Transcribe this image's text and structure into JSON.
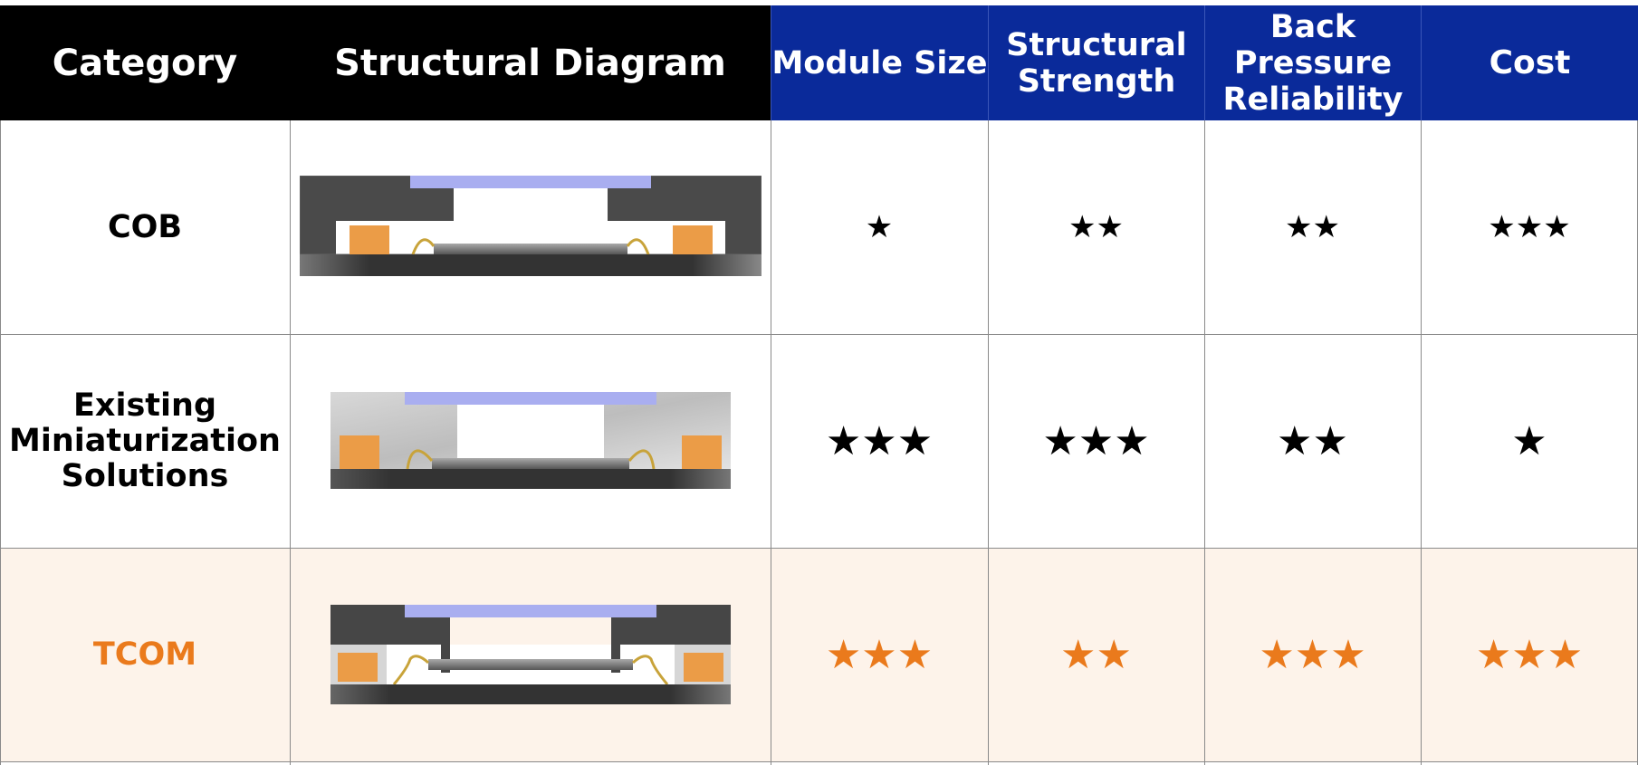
{
  "headers": {
    "category": "Category",
    "diagram": "Structural Diagram",
    "module_size": "Module Size",
    "structural_strength_1": "Structural",
    "structural_strength_2": "Strength",
    "back_pressure_1": "Back",
    "back_pressure_2": "Pressure",
    "back_pressure_3": "Reliability",
    "cost": "Cost"
  },
  "colors": {
    "header_black": "#000000",
    "header_blue": "#0a2a9a",
    "highlight_row": "#fdf3ea",
    "accent_orange": "#ea7a1c",
    "glass": "#a9aef0",
    "pad": "#eb9c47"
  },
  "rows": [
    {
      "category_lines": [
        "COB"
      ],
      "diagram": "cob-structure-diagram",
      "module_size": "★",
      "structural_strength": "★★",
      "back_pressure": "★★",
      "cost": "★★★"
    },
    {
      "category_lines": [
        "Existing",
        "Miniaturization",
        "Solutions"
      ],
      "diagram": "existing-miniaturization-structure-diagram",
      "module_size": "★★★",
      "structural_strength": "★★★",
      "back_pressure": "★★",
      "cost": "★"
    },
    {
      "category_lines": [
        "TCOM"
      ],
      "diagram": "tcom-structure-diagram",
      "module_size": "★★★",
      "structural_strength": "★★",
      "back_pressure": "★★★",
      "cost": "★★★"
    }
  ]
}
